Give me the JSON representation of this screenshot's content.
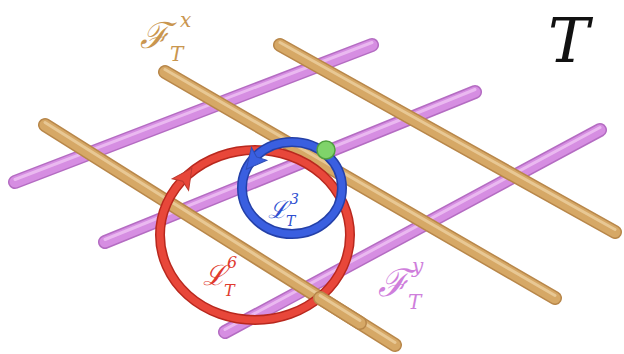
{
  "diagram": {
    "labels": [
      "ℱ",
      "T",
      "x",
      "T",
      "ℒ",
      "T",
      "3",
      "ℒ",
      "T",
      "6",
      "ℱ",
      "T",
      "y"
    ]
  }
}
